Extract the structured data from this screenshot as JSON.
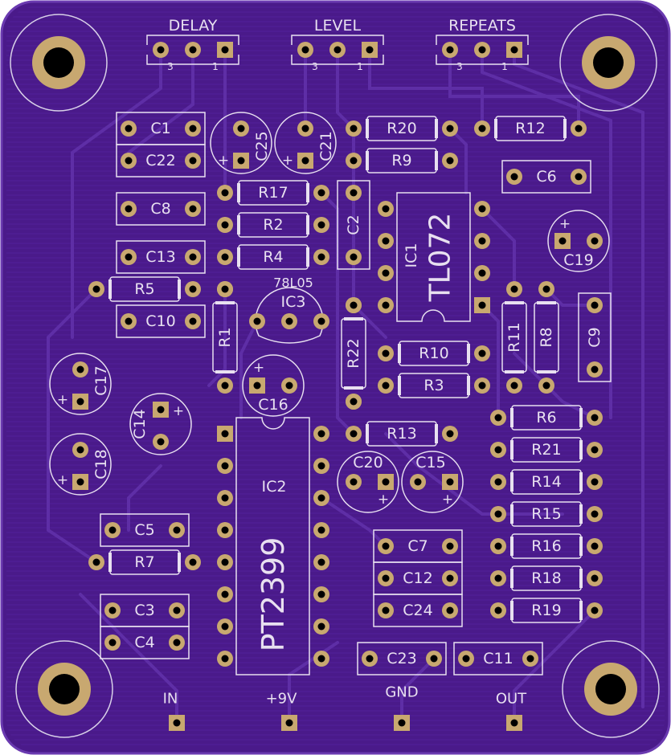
{
  "colors": {
    "board": "#4a1a8a",
    "trace": "#5b2aa0",
    "silk": "#e8e0f0",
    "pad": "#c8a870",
    "hole": "#000000"
  },
  "headers": [
    {
      "label": "DELAY",
      "pin3": "3",
      "pin1": "1"
    },
    {
      "label": "LEVEL",
      "pin3": "3",
      "pin1": "1"
    },
    {
      "label": "REPEATS",
      "pin3": "3",
      "pin1": "1"
    }
  ],
  "caps_box": [
    {
      "label": "C1"
    },
    {
      "label": "C22"
    },
    {
      "label": "C8"
    },
    {
      "label": "C13"
    },
    {
      "label": "C10"
    },
    {
      "label": "C6"
    },
    {
      "label": "C5"
    },
    {
      "label": "C3"
    },
    {
      "label": "C4"
    },
    {
      "label": "C7"
    },
    {
      "label": "C12"
    },
    {
      "label": "C24"
    },
    {
      "label": "C23"
    },
    {
      "label": "C11"
    }
  ],
  "caps_vertical": [
    {
      "label": "C2"
    },
    {
      "label": "C9"
    }
  ],
  "caps_round": [
    {
      "label": "C25"
    },
    {
      "label": "C21"
    },
    {
      "label": "C19"
    },
    {
      "label": "C17"
    },
    {
      "label": "C14"
    },
    {
      "label": "C18"
    },
    {
      "label": "C16"
    },
    {
      "label": "C20"
    },
    {
      "label": "C15"
    }
  ],
  "polarity_mark": "+",
  "resistors_h": [
    {
      "label": "R20"
    },
    {
      "label": "R12"
    },
    {
      "label": "R9"
    },
    {
      "label": "R17"
    },
    {
      "label": "R2"
    },
    {
      "label": "R4"
    },
    {
      "label": "R5"
    },
    {
      "label": "R10"
    },
    {
      "label": "R3"
    },
    {
      "label": "R13"
    },
    {
      "label": "R6"
    },
    {
      "label": "R21"
    },
    {
      "label": "R14"
    },
    {
      "label": "R15"
    },
    {
      "label": "R16"
    },
    {
      "label": "R18"
    },
    {
      "label": "R19"
    },
    {
      "label": "R7"
    }
  ],
  "resistors_v": [
    {
      "label": "R1"
    },
    {
      "label": "R22"
    },
    {
      "label": "R11"
    },
    {
      "label": "R8"
    }
  ],
  "ics": [
    {
      "ref": "IC1",
      "part": "TL072"
    },
    {
      "ref": "IC2",
      "part": "PT2399"
    }
  ],
  "regulator": {
    "ref": "IC3",
    "part": "78L05"
  },
  "io": [
    {
      "label": "IN"
    },
    {
      "label": "+9V"
    },
    {
      "label": "GND"
    },
    {
      "label": "OUT"
    }
  ]
}
